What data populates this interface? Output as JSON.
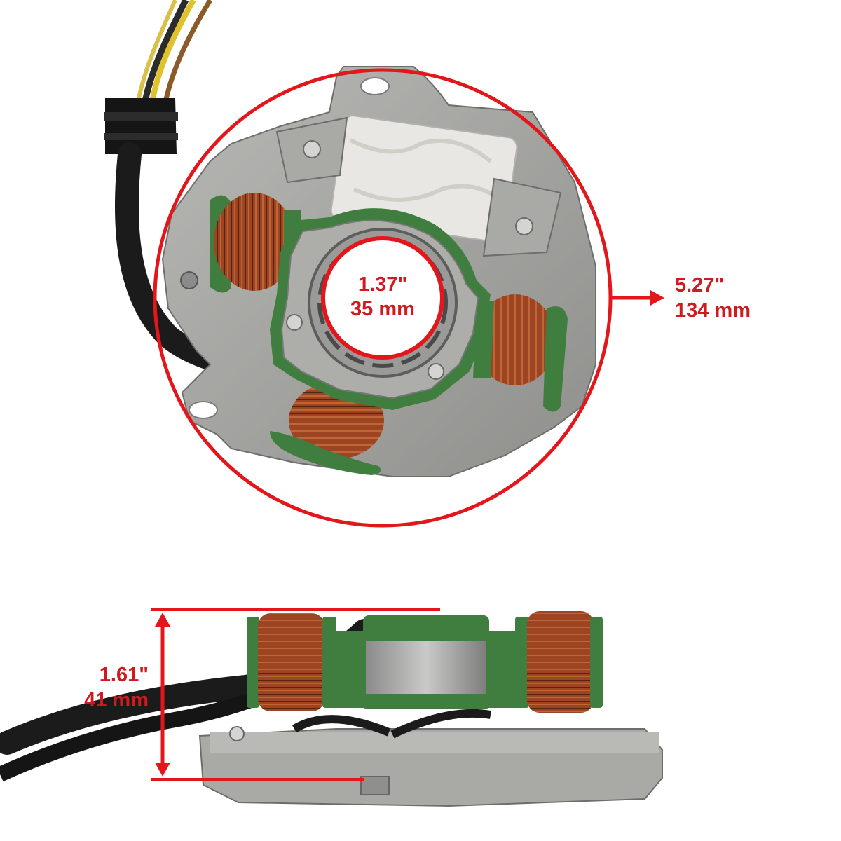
{
  "colors": {
    "accent": "#e3161c",
    "label": "#d01a1f",
    "copper": "#a24a22",
    "insulation_green": "#3f7e3e",
    "plate_aluminum": "#a9a9a6",
    "cable": "#1c1c1c",
    "background": "#ffffff"
  },
  "dimensions": {
    "inner_diameter": {
      "inch": "1.37\"",
      "mm": "35 mm"
    },
    "outer_diameter": {
      "inch": "5.27\"",
      "mm": "134 mm"
    },
    "height": {
      "inch": "1.61\"",
      "mm": "41 mm"
    }
  },
  "icons": {
    "outer_pointer": "arrow-right-icon",
    "height_marker": "double-arrow-vertical-icon"
  }
}
